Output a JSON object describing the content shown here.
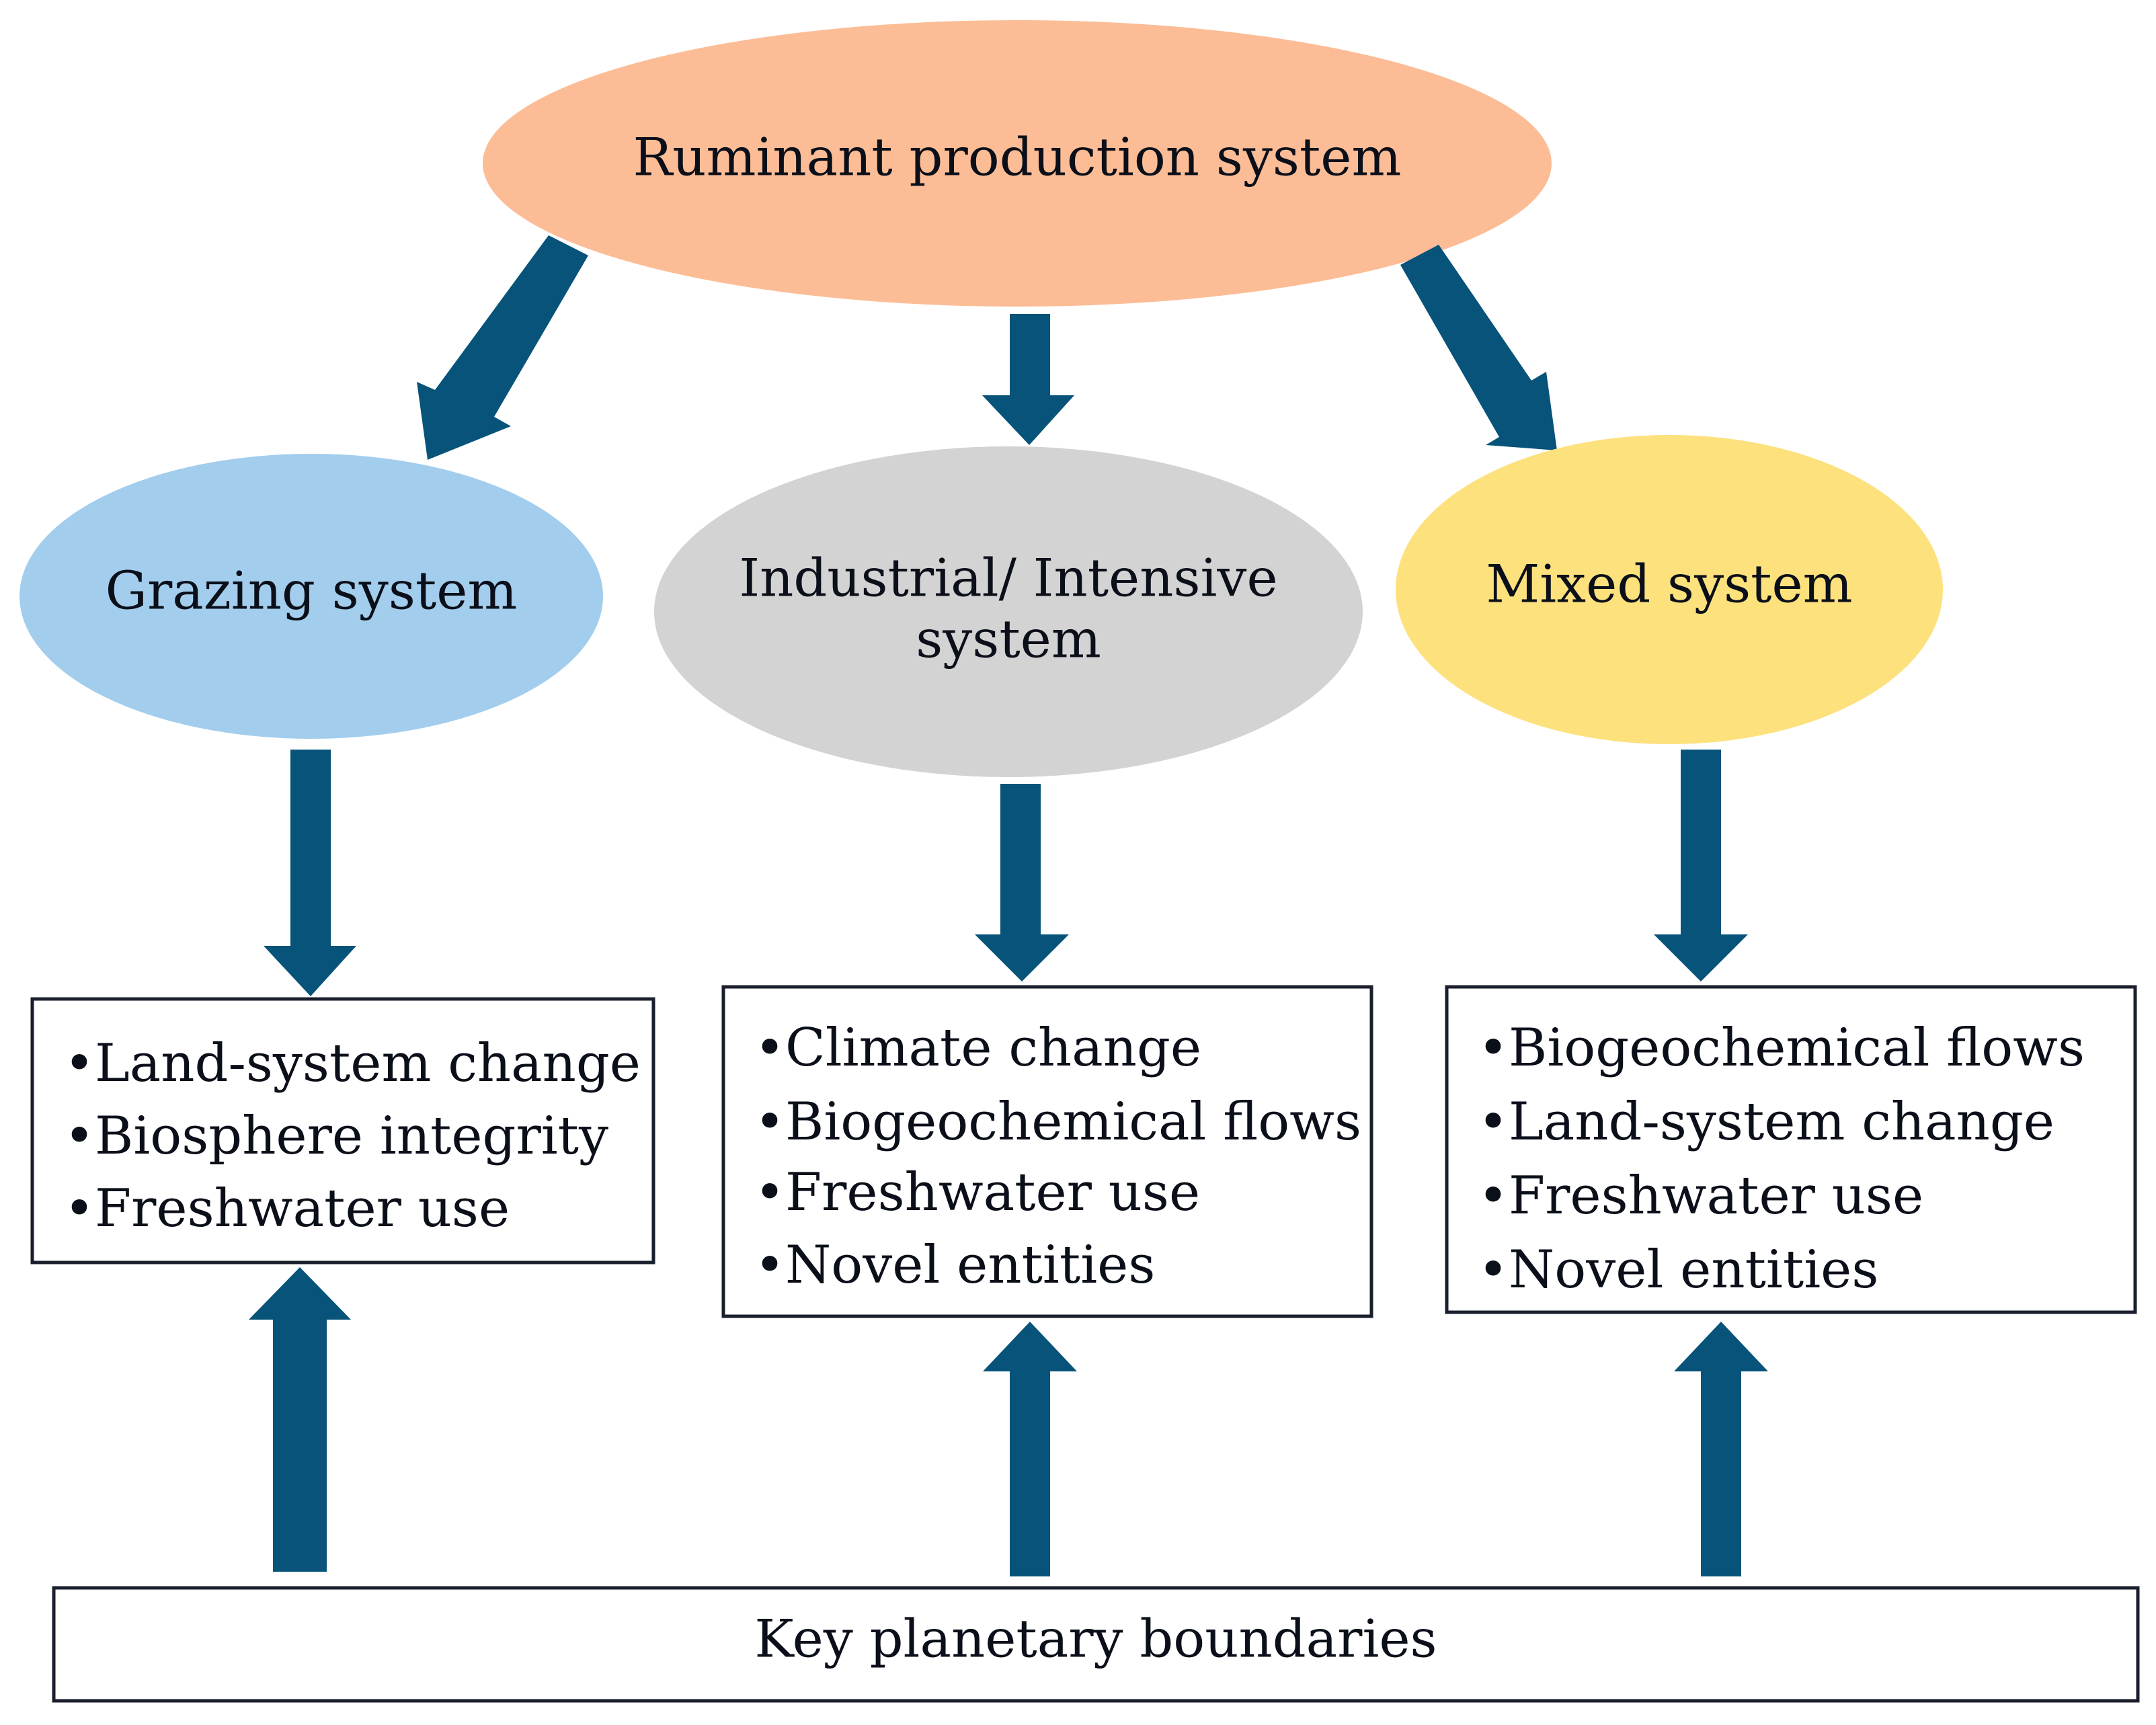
{
  "colors": {
    "top_ellipse": "#fcbd96",
    "grazing_ellipse": "#a3cdec",
    "industrial_ellipse": "#d3d3d3",
    "mixed_ellipse": "#fde17d",
    "arrow": "#075379",
    "box_border": "#1a1f2e",
    "text": "#0b0f19"
  },
  "top": {
    "label": "Ruminant production system"
  },
  "systems": [
    {
      "label_lines": [
        "Grazing system"
      ],
      "boundaries": [
        "•Land-system change",
        "•Biosphere integrity",
        "•Freshwater use"
      ]
    },
    {
      "label_lines": [
        "Industrial/ Intensive",
        "system"
      ],
      "boundaries": [
        "•Climate change",
        "•Biogeochemical flows",
        "•Freshwater use",
        "•Novel entities"
      ]
    },
    {
      "label_lines": [
        "Mixed system"
      ],
      "boundaries": [
        "•Biogeochemical flows",
        "•Land-system change",
        "•Freshwater use",
        "•Novel entities"
      ]
    }
  ],
  "footer": {
    "label": "Key planetary boundaries"
  }
}
